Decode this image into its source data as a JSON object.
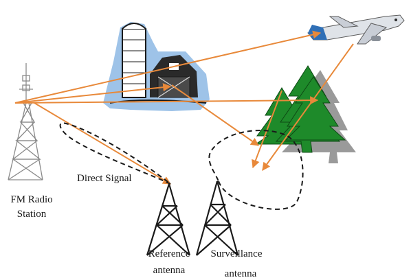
{
  "labels": {
    "fm_line1": "FM Radio",
    "fm_line2": "Station",
    "direct_signal": "Direct Signal",
    "reference_line1": "Reference",
    "reference_line2": "antenna",
    "surveillance_line1": "Surveillance",
    "surveillance_line2": "antenna"
  },
  "colors": {
    "signal": "#e8893a",
    "tree": "#1e8a2a",
    "tree_shadow": "#9a9a9a",
    "farm_backdrop": "#9ec3e8",
    "airplane_accent": "#2f6fb6"
  },
  "icons": [
    "fm-radio-tower-icon",
    "barn-silo-icon",
    "trees-icon",
    "airplane-icon",
    "reference-antenna-icon",
    "surveillance-antenna-icon"
  ]
}
